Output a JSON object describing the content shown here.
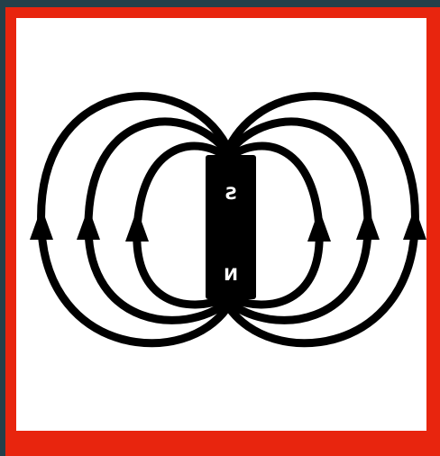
{
  "magnet": {
    "top_pole": "S",
    "bottom_pole": "N",
    "top_pole_mirrored": true,
    "bottom_pole_mirrored": true
  },
  "colors": {
    "background": "#24404a",
    "frame": "#e8250e",
    "panel": "#ffffff",
    "lines": "#000000",
    "label": "#ffffff"
  },
  "field_lines": {
    "count": 6,
    "arrow_direction": "up"
  }
}
